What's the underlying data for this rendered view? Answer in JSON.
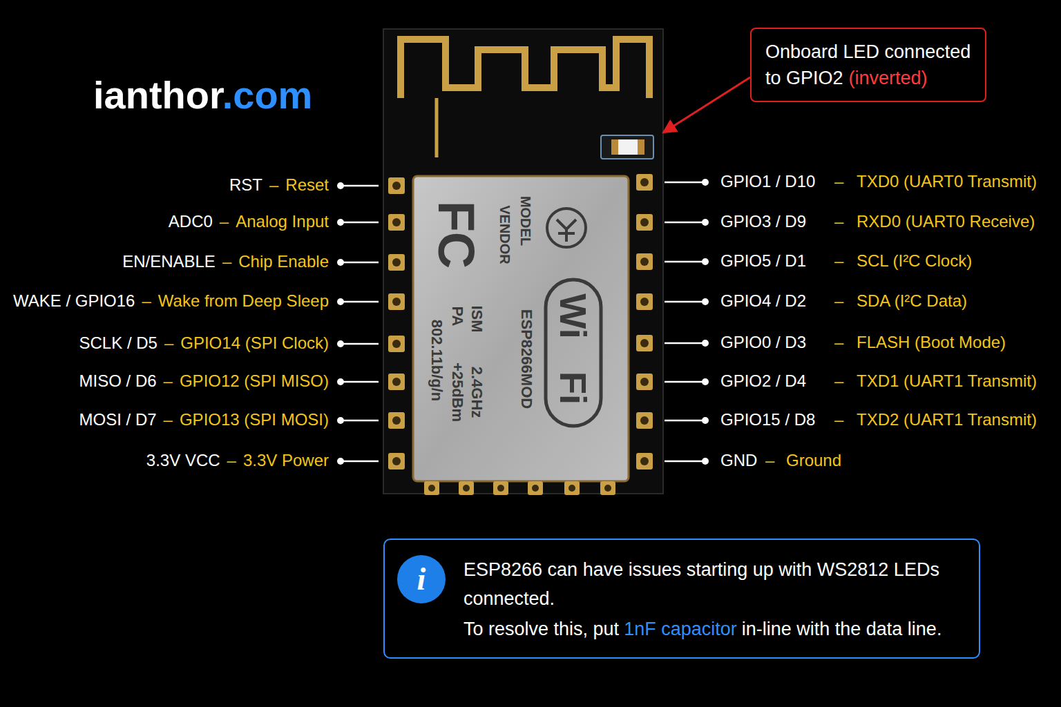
{
  "diagram": {
    "nodes": [
      {
        "text": [
          "Onboard LED connected to GPIO2",
          "(inverted)"
        ]
      },
      {
        "text": [
          "ESP8266 can have issues starting up with WS2812 LEDs connected.",
          "To resolve this, put",
          "1nF capacitor",
          "in-line with the data line."
        ]
      },
      {
        "text": [
          "i"
        ],
        "in": 1
      }
    ],
    "labels": [
      "ianthor",
      ".com",
      "RST",
      "–",
      "Reset",
      "ADC0",
      "–",
      "Analog Input",
      "EN/ENABLE",
      "–",
      "Chip Enable",
      "WAKE / GPIO16",
      "–",
      "Wake from Deep Sleep",
      "SCLK / D5",
      "–",
      "GPIO14 (SPI Clock)",
      "MISO / D6",
      "–",
      "GPIO12 (SPI MISO)",
      "MOSI / D7",
      "–",
      "GPIO13 (SPI MOSI)",
      "3.3V VCC",
      "–",
      "3.3V Power",
      "GPIO1 / D10",
      "–",
      "TXD0 (UART0 Transmit)",
      "GPIO3 / D9",
      "–",
      "RXD0 (UART0 Receive)",
      "GPIO5 / D1",
      "–",
      "SCL (I²C Clock)",
      "GPIO4 / D2",
      "–",
      "SDA (I²C Data)",
      "GPIO0 / D3",
      "–",
      "FLASH (Boot Mode)",
      "GPIO2 / D4",
      "–",
      "TXD1 (UART1 Transmit)",
      "GPIO15 / D8",
      "–",
      "TXD2 (UART1 Transmit)",
      "GND",
      "–",
      "Ground",
      "MODEL",
      "VENDOR",
      "FC",
      "ESP8266MOD",
      "ISM",
      "2.4GHz",
      "PA",
      "+25dBm",
      "802.11b/g/n",
      "Wi",
      "Fi"
    ]
  }
}
